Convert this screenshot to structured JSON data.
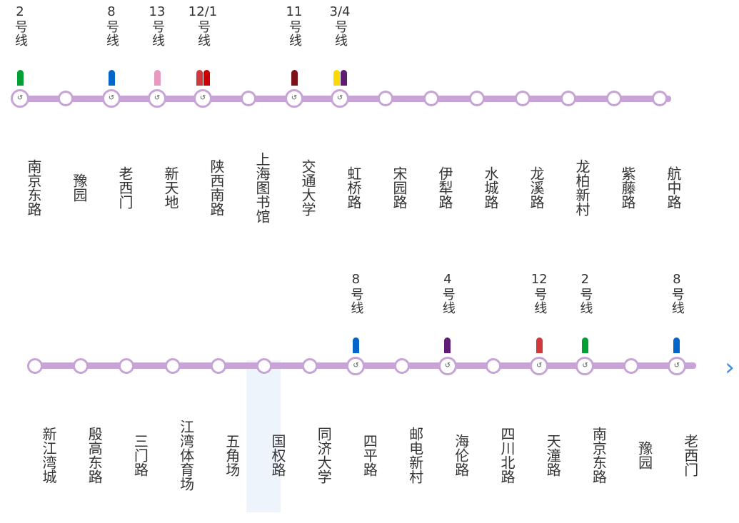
{
  "rows": [
    {
      "stations": [
        {
          "name": "南京东路",
          "transfer": true,
          "lines": [
            {
              "label": "2",
              "color": "#009f34"
            }
          ]
        },
        {
          "name": "豫园",
          "transfer": false,
          "lines": []
        },
        {
          "name": "老西门",
          "transfer": true,
          "lines": [
            {
              "label": "8",
              "color": "#0066cc"
            }
          ]
        },
        {
          "name": "新天地",
          "transfer": true,
          "lines": [
            {
              "label": "13",
              "color": "#e999c0"
            }
          ]
        },
        {
          "name": "陕西南路",
          "transfer": true,
          "lines": [
            {
              "label": "12/1",
              "color": "#d1383b",
              "color2": "#cc0000"
            }
          ]
        },
        {
          "name": "上海图书馆",
          "transfer": false,
          "lines": []
        },
        {
          "name": "交通大学",
          "transfer": true,
          "lines": [
            {
              "label": "11",
              "color": "#7c1217"
            }
          ]
        },
        {
          "name": "虹桥路",
          "transfer": true,
          "lines": [
            {
              "label": "3/4",
              "color": "#ffd800",
              "color2": "#5f1c75"
            }
          ]
        },
        {
          "name": "宋园路",
          "transfer": false,
          "lines": []
        },
        {
          "name": "伊犁路",
          "transfer": false,
          "lines": []
        },
        {
          "name": "水城路",
          "transfer": false,
          "lines": []
        },
        {
          "name": "龙溪路",
          "transfer": false,
          "lines": []
        },
        {
          "name": "龙柏新村",
          "transfer": false,
          "lines": []
        },
        {
          "name": "紫藤路",
          "transfer": false,
          "lines": []
        },
        {
          "name": "航中路",
          "transfer": false,
          "lines": []
        }
      ]
    },
    {
      "stations": [
        {
          "name": "新江湾城",
          "transfer": false,
          "lines": []
        },
        {
          "name": "殷高东路",
          "transfer": false,
          "lines": []
        },
        {
          "name": "三门路",
          "transfer": false,
          "lines": []
        },
        {
          "name": "江湾体育场",
          "transfer": false,
          "lines": []
        },
        {
          "name": "五角场",
          "transfer": false,
          "lines": []
        },
        {
          "name": "国权路",
          "transfer": false,
          "lines": [],
          "highlighted": true
        },
        {
          "name": "同济大学",
          "transfer": false,
          "lines": []
        },
        {
          "name": "四平路",
          "transfer": true,
          "lines": [
            {
              "label": "8",
              "color": "#0066cc"
            }
          ]
        },
        {
          "name": "邮电新村",
          "transfer": false,
          "lines": []
        },
        {
          "name": "海伦路",
          "transfer": true,
          "lines": [
            {
              "label": "4",
              "color": "#5f1c75"
            }
          ]
        },
        {
          "name": "四川北路",
          "transfer": false,
          "lines": []
        },
        {
          "name": "天潼路",
          "transfer": true,
          "lines": [
            {
              "label": "12",
              "color": "#d1383b"
            }
          ]
        },
        {
          "name": "南京东路",
          "transfer": true,
          "lines": [
            {
              "label": "2",
              "color": "#009f34"
            }
          ]
        },
        {
          "name": "豫园",
          "transfer": false,
          "lines": []
        },
        {
          "name": "老西门",
          "transfer": true,
          "lines": [
            {
              "label": "8",
              "color": "#0066cc"
            }
          ]
        }
      ]
    }
  ],
  "hao_xian": "号线",
  "transfer_glyph": "↺",
  "next_arrow": "›",
  "colors": {
    "track": "#c8a3d6",
    "highlight": "#eef4fc",
    "arrow": "#3b8fe0"
  }
}
